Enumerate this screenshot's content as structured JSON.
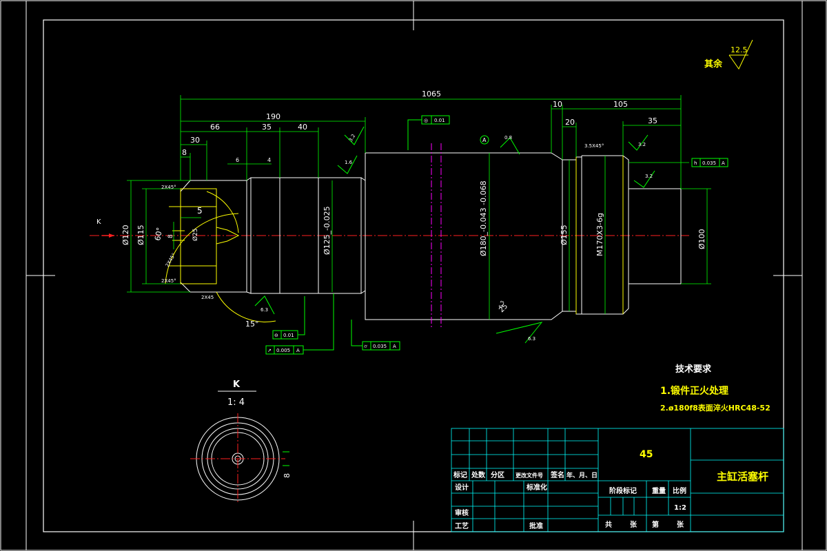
{
  "colors": {
    "background": "#000000",
    "outline": "#ffffff",
    "dimension": "#00ff00",
    "detail": "#ffff00",
    "centerline": "#ff2020",
    "hatch": "#ff00ff",
    "frame": "#00ffff"
  },
  "surface_finish": {
    "rest_label": "其余",
    "value": "12.5"
  },
  "view_arrow_label": "K",
  "dimensions": {
    "total_length": "1065",
    "len_190": "190",
    "len_66": "66",
    "len_35a": "35",
    "len_40": "40",
    "len_30": "30",
    "len_8a": "8",
    "len_6": "6",
    "len_4": "4",
    "len_10": "10",
    "len_105": "105",
    "len_20": "20",
    "len_35b": "35",
    "dia_120": "Ø120",
    "dia_115": "Ø115",
    "angle_60": "60°",
    "dia_25": "Ø25",
    "val_5": "5",
    "val_8b": "8",
    "dia_125": "Ø125_-0.025",
    "dia_180": "Ø180_-0.043 -0.068",
    "dia_155": "Ø155",
    "thread": "M170X3-6g",
    "dia_100": "Ø100"
  },
  "roughness": {
    "r1": "3.2",
    "r2": "1.6",
    "r3": "6.3",
    "r4": "0.8",
    "r5": "3.2",
    "r6": "3.2",
    "r7": "6.3",
    "r8": "6.3"
  },
  "small_labels": {
    "chamfer1": "2X45°",
    "chamfer2": "2X45°",
    "chamfer3": "2X45°",
    "chamfer4": "3.5X45°",
    "chamfer5": "2X45",
    "angle_15": "15°",
    "angle_25": "25",
    "datum": "A"
  },
  "tolerance_frames": [
    {
      "symbol": "◎",
      "value": "0.01"
    },
    {
      "symbol": "⌭",
      "value": "0.035",
      "datum": "A"
    },
    {
      "symbol": "⊖",
      "value": "0.01"
    },
    {
      "symbol": "↗",
      "value": "0.005",
      "datum": "A"
    },
    {
      "symbol": "h",
      "value": "0.035",
      "datum": "A"
    }
  ],
  "section_view": {
    "title": "K",
    "scale": "1: 4",
    "dim": "8"
  },
  "tech_requirements": {
    "heading": "技术要求",
    "item1": "1.锻件正火处理",
    "item2": "2.ø180f8表面淬火HRC48-52"
  },
  "title_block": {
    "material": "45",
    "part_name": "主缸活塞杆",
    "cols": [
      "标记",
      "处数",
      "分区",
      "更改文件号",
      "签名",
      "年、月、日"
    ],
    "design": "设计",
    "standardize": "标准化",
    "review": "审核",
    "process": "工艺",
    "approve": "批准",
    "stage_mark": "阶段标记",
    "weight": "重量",
    "scale_label": "比例",
    "scale_value": "1:2",
    "sheets": [
      "共",
      "张",
      "第",
      "张"
    ]
  }
}
